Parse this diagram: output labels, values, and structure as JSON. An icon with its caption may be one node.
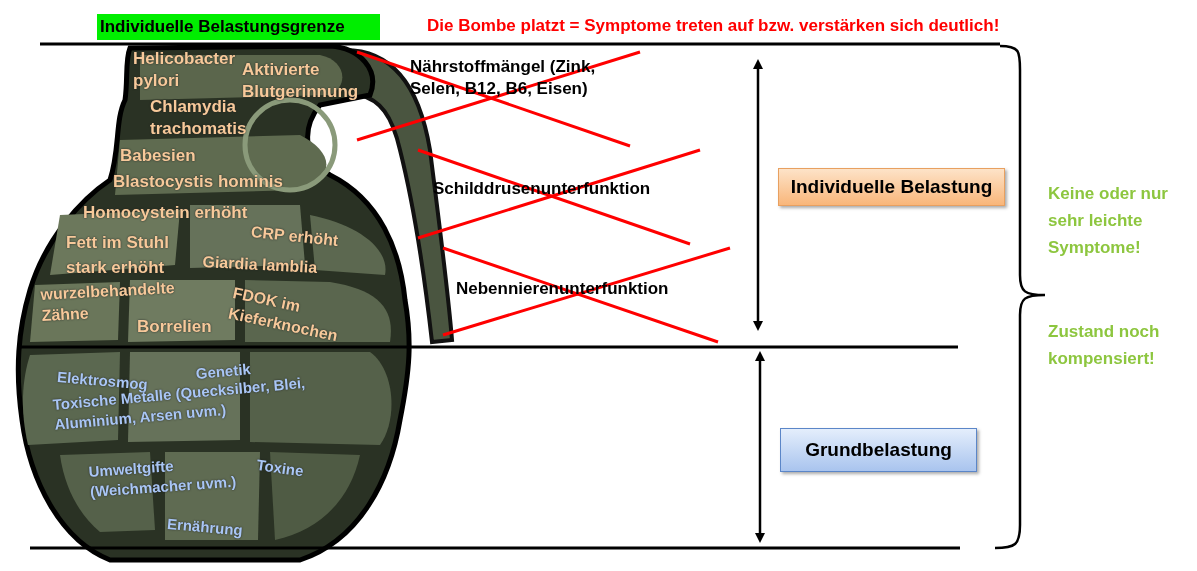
{
  "diagram": {
    "nodes": [
      {
        "text": [
          "Individuelle Belastung"
        ]
      },
      {
        "text": [
          "Grundbelastung"
        ]
      }
    ],
    "edges": [],
    "labels": [
      "Individuelle Belastungsgrenze",
      "Die Bombe platzt = Symptome treten auf bzw. verstärken sich deutlich!",
      "Helicobacter pylori",
      "Aktivierte Blutgerinnung",
      "Nährstoffmängel (Zink, Selen, B12, B6, Eisen)",
      "Chlamydia trachomatis",
      "Babesien",
      "Blastocystis hominis",
      "Schilddrusenunterfunktion",
      "Keine oder nur sehr leichte Symptome!",
      "Homocystein erhöht",
      "CRP erhöht",
      "Fett im Stuhl stark erhöht",
      "Giardia lamblia",
      "Nebennierenunterfunktion",
      "wurzelbehandelte Zähne",
      "FDOK im Kieferknochen",
      "Borrelien",
      "Zustand noch kompensiert!",
      "Elektrosmog",
      "Genetik",
      "Toxische Metalle (Quecksilber, Blei, Aluminium, Arsen uvm.)",
      "Umweltgifte (Weichmacher uvm.)",
      "Toxine",
      "Ernährung"
    ]
  }
}
